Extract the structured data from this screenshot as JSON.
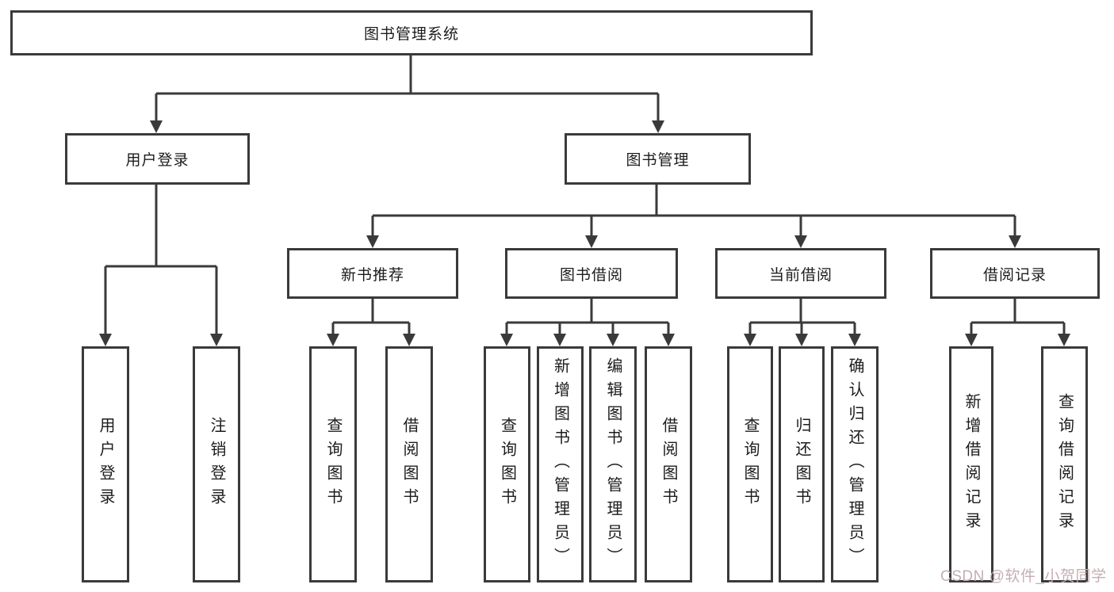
{
  "diagram": {
    "root": {
      "label": "图书管理系统"
    },
    "branches": [
      {
        "label": "用户登录",
        "children": [
          {
            "label": "用户登录"
          },
          {
            "label": "注销登录"
          }
        ]
      },
      {
        "label": "图书管理",
        "children": [
          {
            "label": "新书推荐",
            "children": [
              {
                "label": "查询图书"
              },
              {
                "label": "借阅图书"
              }
            ]
          },
          {
            "label": "图书借阅",
            "children": [
              {
                "label": "查询图书"
              },
              {
                "label": "新增图书（管理员）"
              },
              {
                "label": "编辑图书（管理员）"
              },
              {
                "label": "借阅图书"
              }
            ]
          },
          {
            "label": "当前借阅",
            "children": [
              {
                "label": "查询图书"
              },
              {
                "label": "归还图书"
              },
              {
                "label": "确认归还（管理员）"
              }
            ]
          },
          {
            "label": "借阅记录",
            "children": [
              {
                "label": "新增借阅记录"
              },
              {
                "label": "查询借阅记录"
              }
            ]
          }
        ]
      }
    ],
    "watermark": "CSDN @软件_小贺同学",
    "colors": {
      "line": "#3a3a3a",
      "text": "#1c1c1c",
      "watermark": "#c5aeb1",
      "background": "#ffffff"
    }
  }
}
